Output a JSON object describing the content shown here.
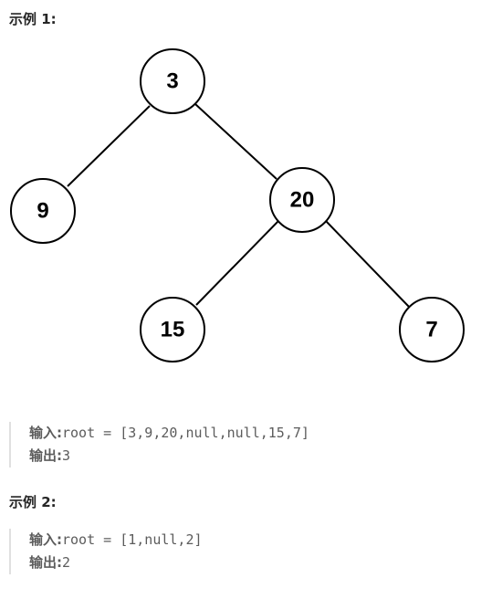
{
  "example1": {
    "heading": "示例 1:",
    "tree": {
      "nodes": [
        "3",
        "9",
        "20",
        "15",
        "7"
      ]
    },
    "input_label": "输入:",
    "input_value": "root = [3,9,20,null,null,15,7]",
    "output_label": "输出:",
    "output_value": "3"
  },
  "example2": {
    "heading": "示例 2:",
    "input_label": "输入:",
    "input_value": "root = [1,null,2]",
    "output_label": "输出:",
    "output_value": "2"
  }
}
